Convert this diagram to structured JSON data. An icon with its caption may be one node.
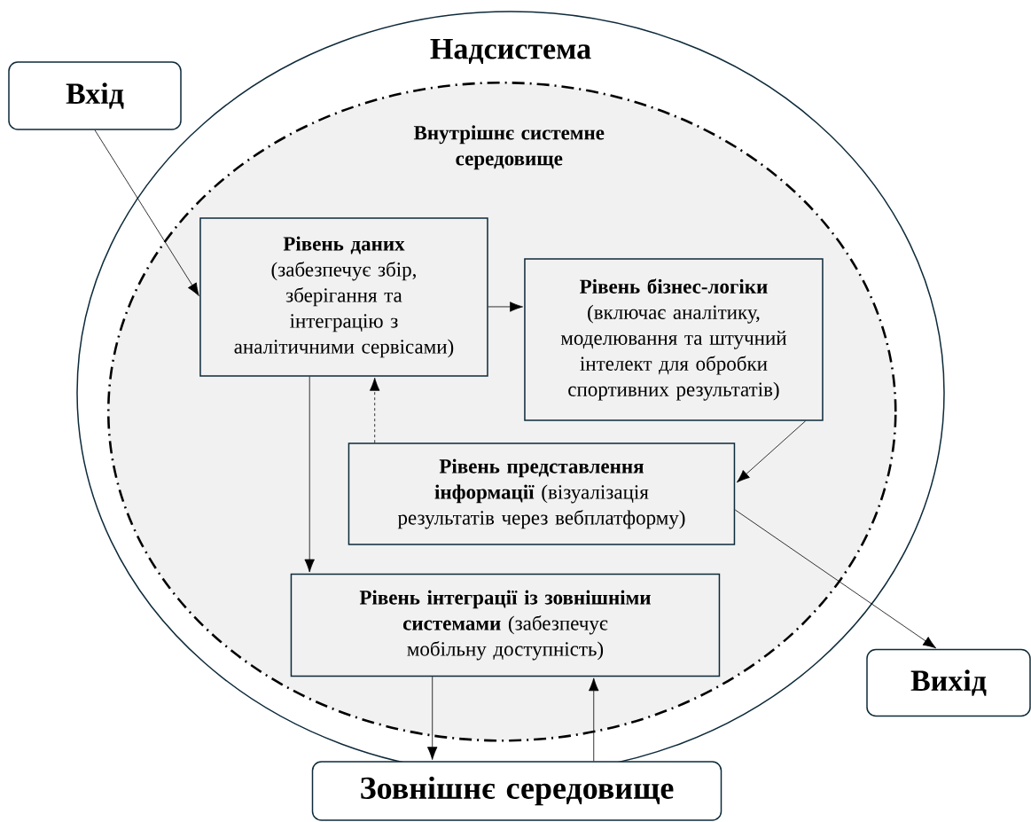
{
  "diagram": {
    "nodes": [
      {
        "text": [
          "Надсистема"
        ]
      },
      {
        "text": [
          "Внутрішнє системне середовище"
        ],
        "in": 0
      },
      {
        "text": [
          "Вхід"
        ]
      },
      {
        "text": [
          "Рівень даних",
          "(забезпечує збір, зберігання та інтеграцію з аналітичними сервісами)"
        ],
        "in": 1
      },
      {
        "text": [
          "Рівень бізнес-логіки",
          "(включає аналітику, моделювання та штучний інтелект для обробки спортивних результатів)"
        ],
        "in": 1
      },
      {
        "text": [
          "**Рівень представлення інформації** (візуалізація результатів через вебплатформу)"
        ],
        "in": 1
      },
      {
        "text": [
          "**Рівень інтеграції із зовнішніми системами** (забезпечує мобільну доступність)"
        ],
        "in": 1
      },
      {
        "text": [
          "Вихід"
        ]
      },
      {
        "text": [
          "Зовнішнє середовище"
        ]
      }
    ],
    "edges": [
      {
        "from": 2,
        "to": 3,
        "arrow": "to"
      },
      {
        "from": 3,
        "to": 4,
        "arrow": "to"
      },
      {
        "from": 5,
        "to": 3,
        "arrow": "to",
        "style": "dashed"
      },
      {
        "from": 4,
        "to": 5,
        "arrow": "to"
      },
      {
        "from": 3,
        "to": 6,
        "arrow": "to"
      },
      {
        "from": 5,
        "to": 7,
        "arrow": "to"
      },
      {
        "from": 6,
        "to": 8,
        "arrow": "to"
      },
      {
        "from": 8,
        "to": 6,
        "arrow": "to"
      }
    ]
  }
}
